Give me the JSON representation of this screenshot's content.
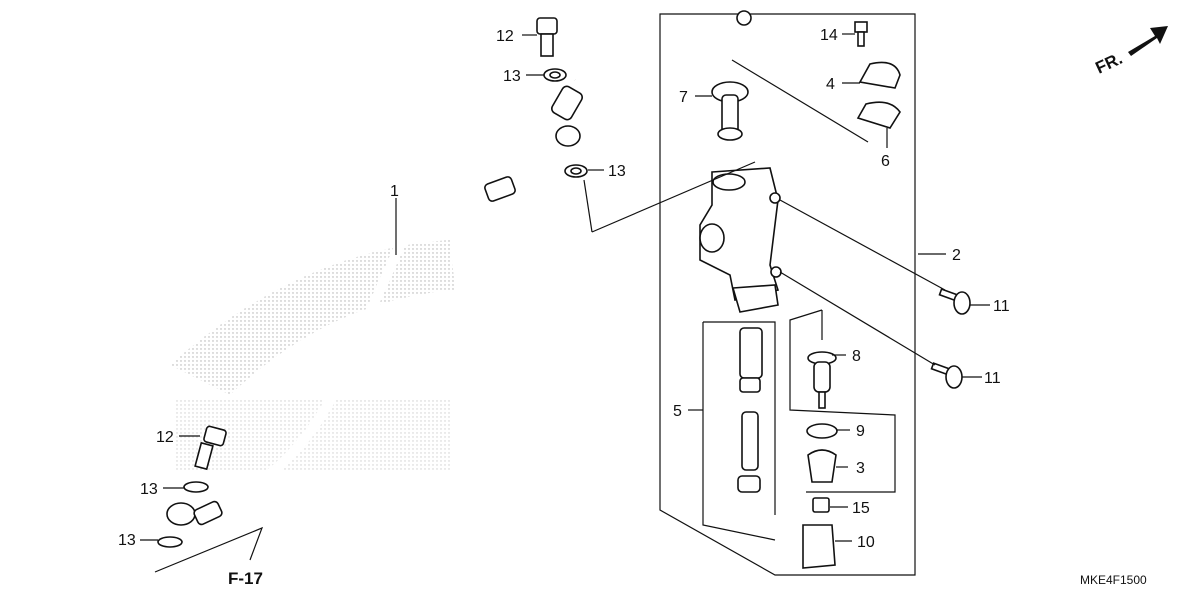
{
  "callouts": [
    {
      "id": "c1",
      "text": "1"
    },
    {
      "id": "c2",
      "text": "2"
    },
    {
      "id": "c3",
      "text": "3"
    },
    {
      "id": "c4",
      "text": "4"
    },
    {
      "id": "c5",
      "text": "5"
    },
    {
      "id": "c6",
      "text": "6"
    },
    {
      "id": "c7",
      "text": "7"
    },
    {
      "id": "c8",
      "text": "8"
    },
    {
      "id": "c9",
      "text": "9"
    },
    {
      "id": "c10",
      "text": "10"
    },
    {
      "id": "c11a",
      "text": "11"
    },
    {
      "id": "c11b",
      "text": "11"
    },
    {
      "id": "c12a",
      "text": "12"
    },
    {
      "id": "c12b",
      "text": "12"
    },
    {
      "id": "c13a",
      "text": "13"
    },
    {
      "id": "c13b",
      "text": "13"
    },
    {
      "id": "c13c",
      "text": "13"
    },
    {
      "id": "c13d",
      "text": "13"
    },
    {
      "id": "c14",
      "text": "14"
    },
    {
      "id": "c15",
      "text": "15"
    }
  ],
  "labels": {
    "front_indicator": "FR.",
    "figure_ref": "F-17",
    "diagram_code": "MKE4F1500"
  },
  "colors": {
    "ink": "#111111",
    "watermark": "#bdbdbd"
  }
}
